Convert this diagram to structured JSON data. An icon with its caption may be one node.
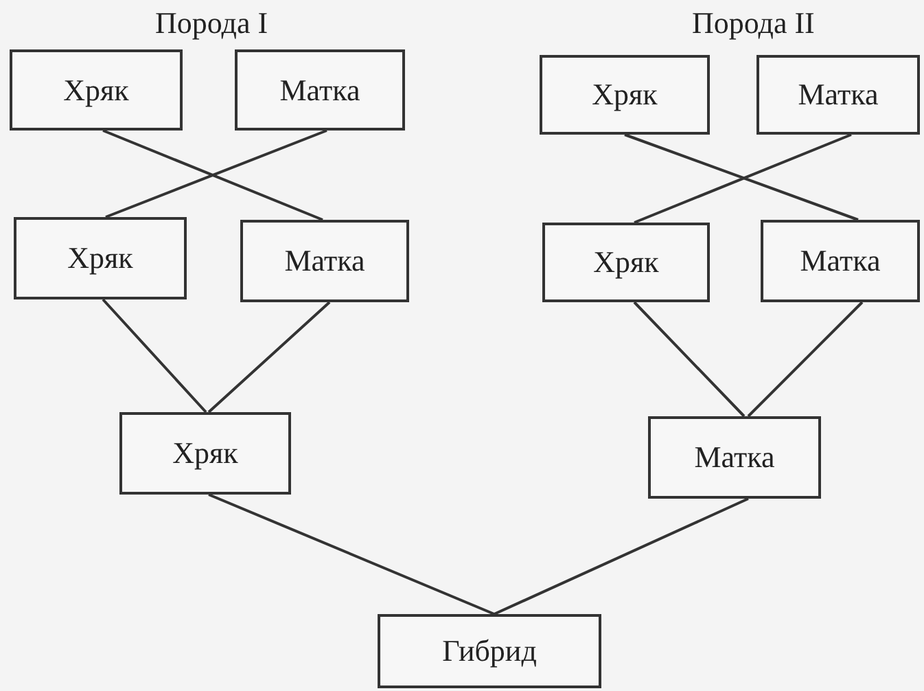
{
  "diagram": {
    "nodes": [
      {
        "text": [
          "Хряк"
        ]
      },
      {
        "text": [
          "Матка"
        ]
      },
      {
        "text": [
          "Хряк"
        ]
      },
      {
        "text": [
          "Матка"
        ]
      },
      {
        "text": [
          "Хряк"
        ]
      },
      {
        "text": [
          "Матка"
        ]
      },
      {
        "text": [
          "Хряк"
        ]
      },
      {
        "text": [
          "Матка"
        ]
      },
      {
        "text": [
          "Хряк"
        ]
      },
      {
        "text": [
          "Матка"
        ]
      },
      {
        "text": [
          "Гибрид"
        ]
      }
    ],
    "edges": [
      {
        "from": 0,
        "to": 5,
        "arrow": "none"
      },
      {
        "from": 1,
        "to": 4,
        "arrow": "none"
      },
      {
        "from": 2,
        "to": 7,
        "arrow": "none"
      },
      {
        "from": 3,
        "to": 6,
        "arrow": "none"
      },
      {
        "from": 4,
        "to": 8,
        "arrow": "none"
      },
      {
        "from": 5,
        "to": 8,
        "arrow": "none"
      },
      {
        "from": 6,
        "to": 9,
        "arrow": "none"
      },
      {
        "from": 7,
        "to": 9,
        "arrow": "none"
      },
      {
        "from": 8,
        "to": 10,
        "arrow": "none"
      },
      {
        "from": 9,
        "to": 10,
        "arrow": "none"
      }
    ],
    "labels": [
      "Порода I",
      "Порода II"
    ]
  }
}
